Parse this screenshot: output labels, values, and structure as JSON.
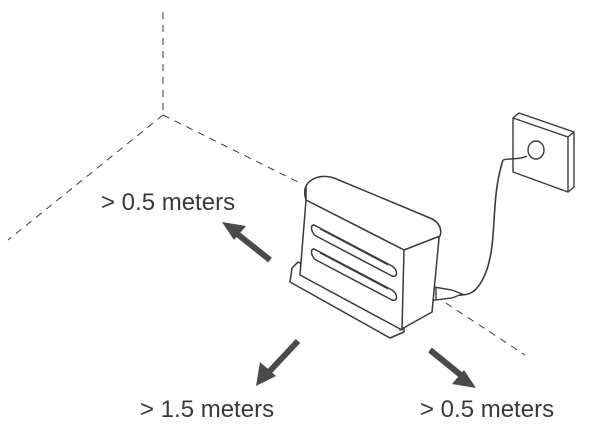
{
  "clearance_labels": {
    "left": "> 0.5 meters",
    "front": "> 1.5 meters",
    "right": "> 0.5 meters"
  },
  "colors": {
    "line": "#3a3a3a",
    "arrow": "#4a4a4a",
    "background": "#ffffff"
  },
  "icons": {
    "left_arrow": "arrow-up-left-icon",
    "front_arrow": "arrow-down-left-icon",
    "right_arrow": "arrow-down-right-icon",
    "socket": "wall-socket-icon",
    "dock": "charging-dock-icon"
  }
}
